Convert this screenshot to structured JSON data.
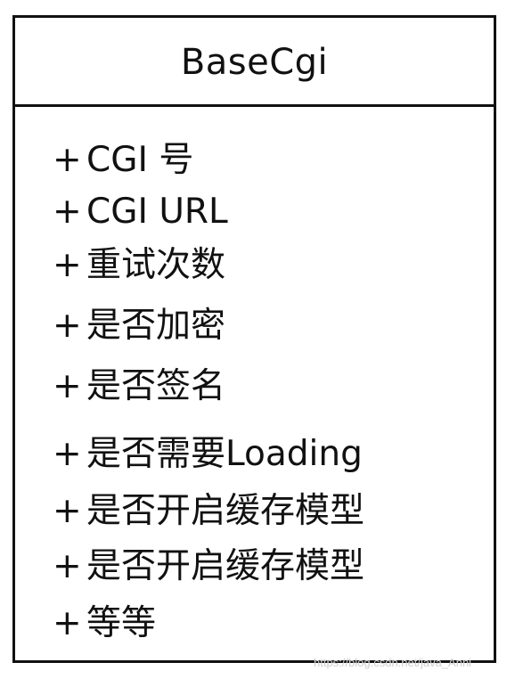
{
  "class_diagram": {
    "class_name": "BaseCgi",
    "attributes": [
      {
        "prefix": "+",
        "text": "CGI 号"
      },
      {
        "prefix": "+",
        "text": "CGI URL"
      },
      {
        "prefix": "+",
        "text": "重试次数"
      },
      {
        "prefix": "+",
        "text": "是否加密"
      },
      {
        "prefix": "+",
        "text": "是否签名"
      },
      {
        "prefix": "+",
        "text": "是否需要Loading"
      },
      {
        "prefix": "+",
        "text": "是否开启缓存模型"
      },
      {
        "prefix": "+",
        "text": "是否开启缓存模型"
      },
      {
        "prefix": "+",
        "text": "等等"
      }
    ]
  },
  "watermark": "https://blog.csdn.net/java_Anni"
}
